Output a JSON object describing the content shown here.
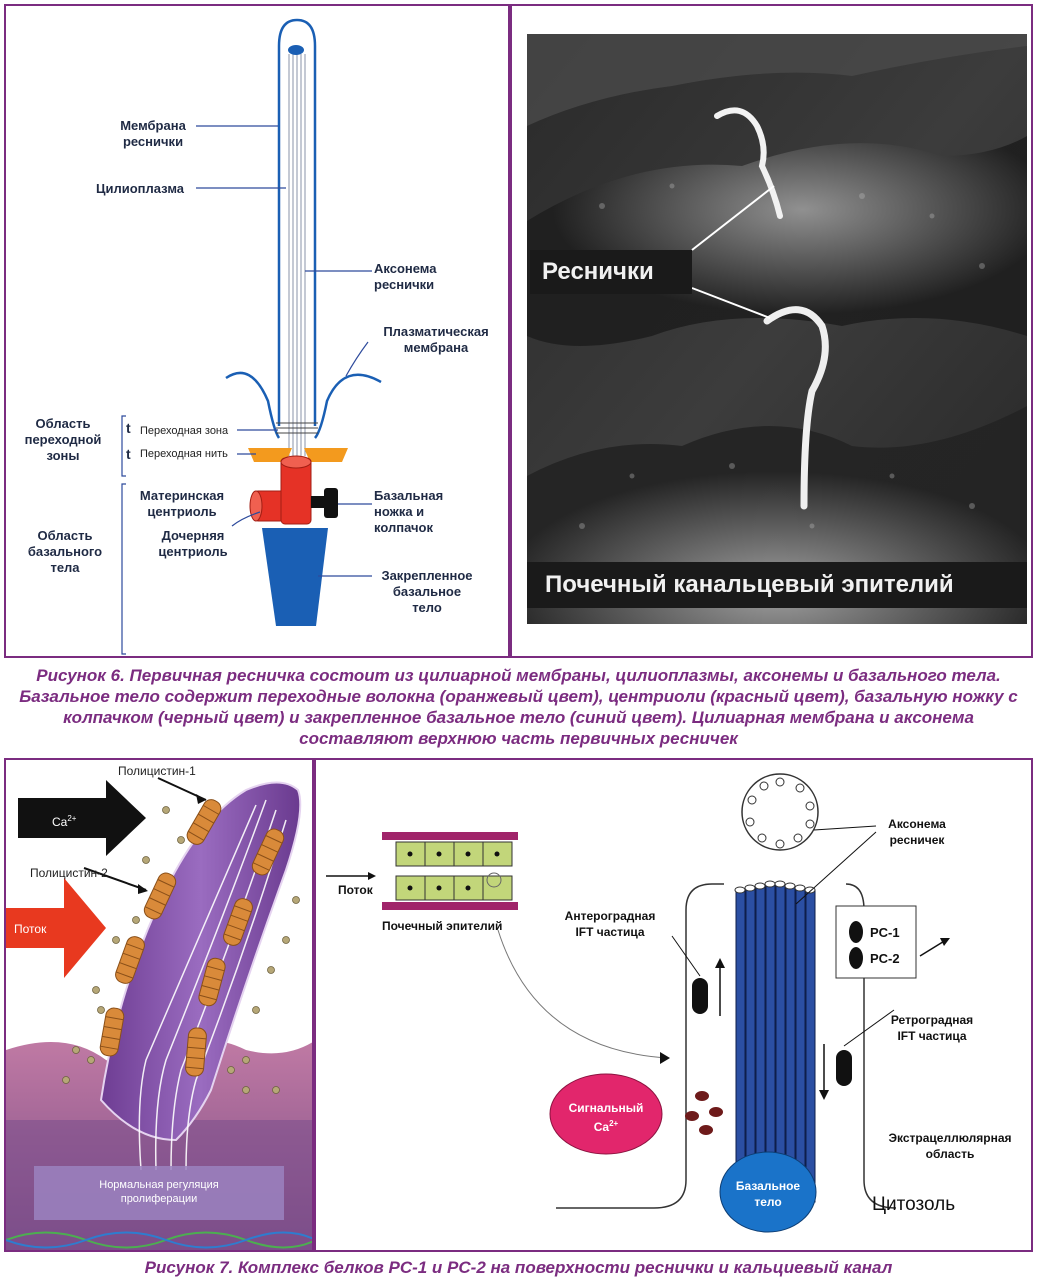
{
  "fig6": {
    "labels": {
      "membrane": "Мембрана\nреснички",
      "ciliaplasm": "Цилиоплазма",
      "axoneme": "Аксонема\nреснички",
      "plasma_membrane": "Плазматическая\nмембрана",
      "transition_region": "Область\nпереходной\nзоны",
      "transition_zone": "Переходная зона",
      "transition_fiber": "Переходная нить",
      "t1": "t",
      "t2": "t",
      "mother_centriole": "Материнская\nцентриоль",
      "daughter_centriole": "Дочерняя\nцентриоль",
      "basal_foot": "Базальная\nножка и\nколпачок",
      "basal_body_region": "Область\nбазального\nтела",
      "anchored_basal_body": "Закрепленное\nбазальное\nтело"
    },
    "micrograph": {
      "cilia_label": "Реснички",
      "epithelium_label": "Почечный канальцевый эпителий"
    },
    "caption": "Рисунок 6. Первичная ресничка состоит из цилиарной мембраны, цилиоплазмы, аксонемы и базального тела. Базальное тело содержит переходные волокна (оранжевый цвет), центриоли (красный цвет), базальную ножку с колпачком (черный цвет) и закрепленное базальное тело (синий цвет). Цилиарная мембрана и аксонема составляют верхнюю часть первичных ресничек"
  },
  "fig7": {
    "left": {
      "polycystin1": "Полицистин-1",
      "polycystin2": "Полицистин-2",
      "ca": "Ca",
      "ca_sup": "2+",
      "flow": "Поток",
      "normal_regulation": "Нормальная регуляция\nпролиферации"
    },
    "right": {
      "flow": "Поток",
      "renal_epithelium": "Почечный эпителий",
      "anterograde": "Антероградная\nIFT частица",
      "axoneme": "Аксонема\nресничек",
      "pc1": "PC-1",
      "pc2": "PC-2",
      "retrograde": "Ретроградная\nIFT частица",
      "signal_ca": "Сигнальный\nCa",
      "signal_ca_sup": "2+",
      "extracellular": "Экстрацеллюлярная\nобласть",
      "basal_body": "Базальное\nтело",
      "cytosol": "Цитозоль"
    },
    "caption": "Рисунок 7. Комплекс белков PC-1 и PC-2 на поверхности реснички и кальциевый канал"
  },
  "colors": {
    "frame": "#7b2c80",
    "label_text": "#1f2a44",
    "leader_line": "#2d4a9c",
    "orange_fibers": "#f39a1e",
    "red_centriole": "#e53226",
    "blue_basal": "#1a5fb4",
    "pink_ca": "#e2266c"
  }
}
